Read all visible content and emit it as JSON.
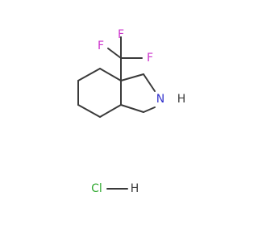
{
  "molecule": {
    "atoms": {
      "F1": "F",
      "F2": "F",
      "F3": "F",
      "N": "N",
      "H_N": "H",
      "Cl": "Cl",
      "H_salt": "H"
    },
    "colors": {
      "bond": "#3a3a3a",
      "fluorine": "#cc33cc",
      "nitrogen": "#3333cc",
      "chlorine": "#33aa33",
      "hydrogen": "#3a3a3a"
    }
  }
}
